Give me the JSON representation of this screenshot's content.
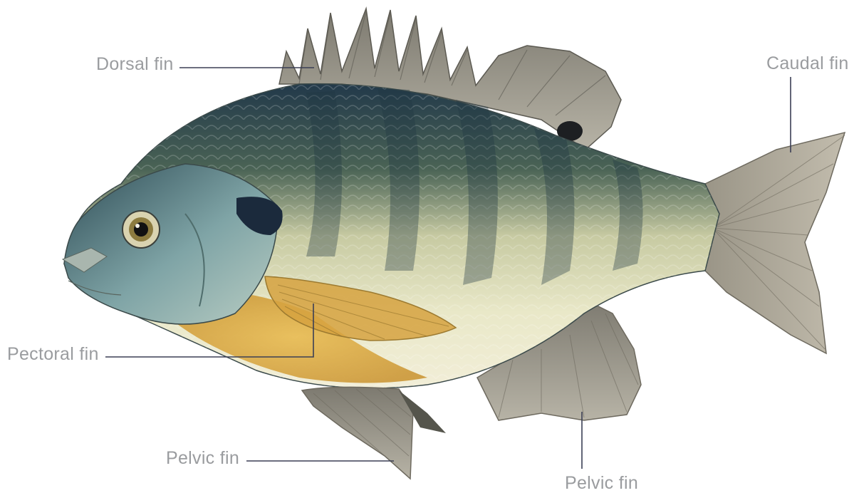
{
  "labels": {
    "dorsal_fin": "Dorsal fin",
    "caudal_fin": "Caudal fin",
    "pectoral_fin": "Pectoral fin",
    "pelvic_fin_front": "Pelvic fin",
    "pelvic_fin_rear": "Pelvic fin"
  },
  "colors": {
    "label_text": "#9a9c9f",
    "leader_line": "#3b3f55",
    "fin_gray": "#8f8a7e",
    "body_dark": "#2c4450",
    "body_light": "#e6e8c4",
    "belly": "#d8a93a"
  }
}
